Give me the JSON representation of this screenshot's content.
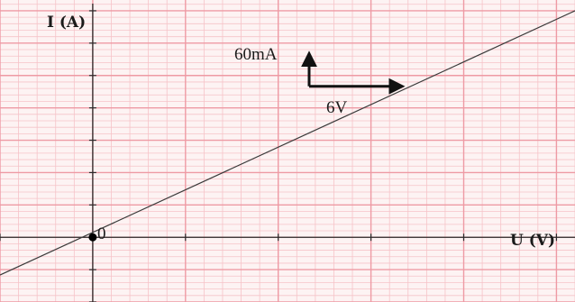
{
  "chart_data": {
    "type": "line",
    "xlabel": "U (V)",
    "ylabel": "I (A)",
    "origin_label": "0",
    "xlim": [
      -6,
      31.2
    ],
    "ylim": [
      -120,
      440
    ],
    "grid": true,
    "series": [
      {
        "x": [
          -6,
          31.2
        ],
        "y": [
          -70,
          420
        ]
      }
    ],
    "origin_point": {
      "x": 0,
      "y": 0
    },
    "scale_x_marker": {
      "x0": 14,
      "y0": 280,
      "dx": 6,
      "label": "6V"
    },
    "scale_y_marker": {
      "x0": 14,
      "y0": 280,
      "dy": 60,
      "label": "60mA"
    },
    "colors": {
      "minor_grid": "#f6c3c8",
      "major_grid": "#ee9aa4",
      "axis": "#2b2b2b",
      "line": "#3a3a3a",
      "text": "#1a1a1a"
    }
  }
}
